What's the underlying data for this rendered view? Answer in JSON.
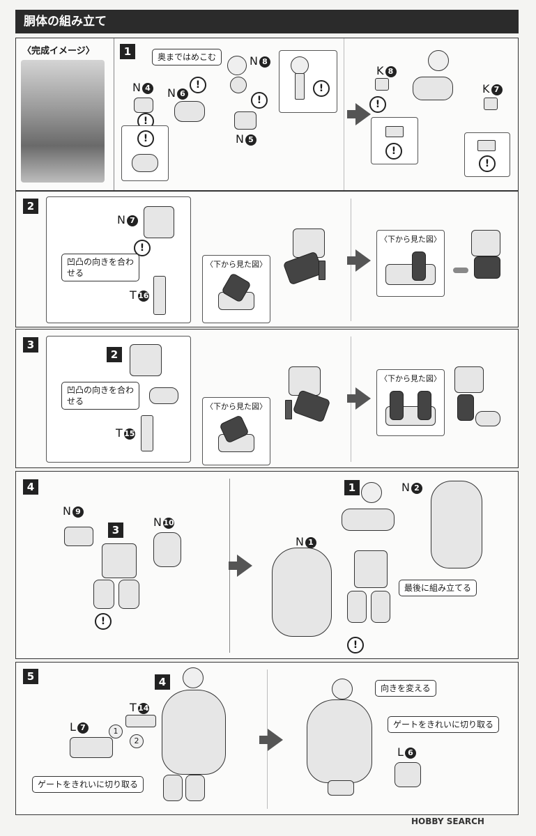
{
  "header": {
    "title": "胴体の組み立て"
  },
  "step1": {
    "number": "1",
    "image_caption": "〈完成イメージ〉",
    "push_in_note": "奥まではめこむ",
    "parts": {
      "n4": "N",
      "n4c": "4",
      "n6": "N",
      "n6c": "6",
      "n8": "N",
      "n8c": "8",
      "n5": "N",
      "n5c": "5",
      "k8": "K",
      "k8c": "8",
      "k7": "K",
      "k7c": "7"
    }
  },
  "step2": {
    "number": "2",
    "align_note": "凹凸の向きを合わせる",
    "bottom_view": "〈下から見た図〉",
    "bottom_view2": "〈下から見た図〉",
    "parts": {
      "n7": "N",
      "n7c": "7",
      "t16": "T",
      "t16c": "16"
    }
  },
  "step3": {
    "number": "3",
    "ref": "2",
    "align_note": "凹凸の向きを合わせる",
    "bottom_view": "〈下から見た図〉",
    "bottom_view2": "〈下から見た図〉",
    "parts": {
      "t15": "T",
      "t15c": "15"
    }
  },
  "step4": {
    "number": "4",
    "ref3": "3",
    "ref1": "1",
    "last_note": "最後に組み立てる",
    "parts": {
      "n9": "N",
      "n9c": "9",
      "n10": "N",
      "n10c": "10",
      "n1": "N",
      "n1c": "1",
      "n2": "N",
      "n2c": "2"
    }
  },
  "step5": {
    "number": "5",
    "ref4": "4",
    "order1": "1",
    "order2": "2",
    "gate_note": "ゲートをきれいに切り取る",
    "gate_note2": "ゲートをきれいに切り取る",
    "turn_note": "向きを変える",
    "parts": {
      "t14": "T",
      "t14c": "14",
      "l7": "L",
      "l7c": "7",
      "l6": "L",
      "l6c": "6"
    }
  },
  "footer": {
    "watermark": "HOBBY SEARCH"
  },
  "warning_mark": "!"
}
